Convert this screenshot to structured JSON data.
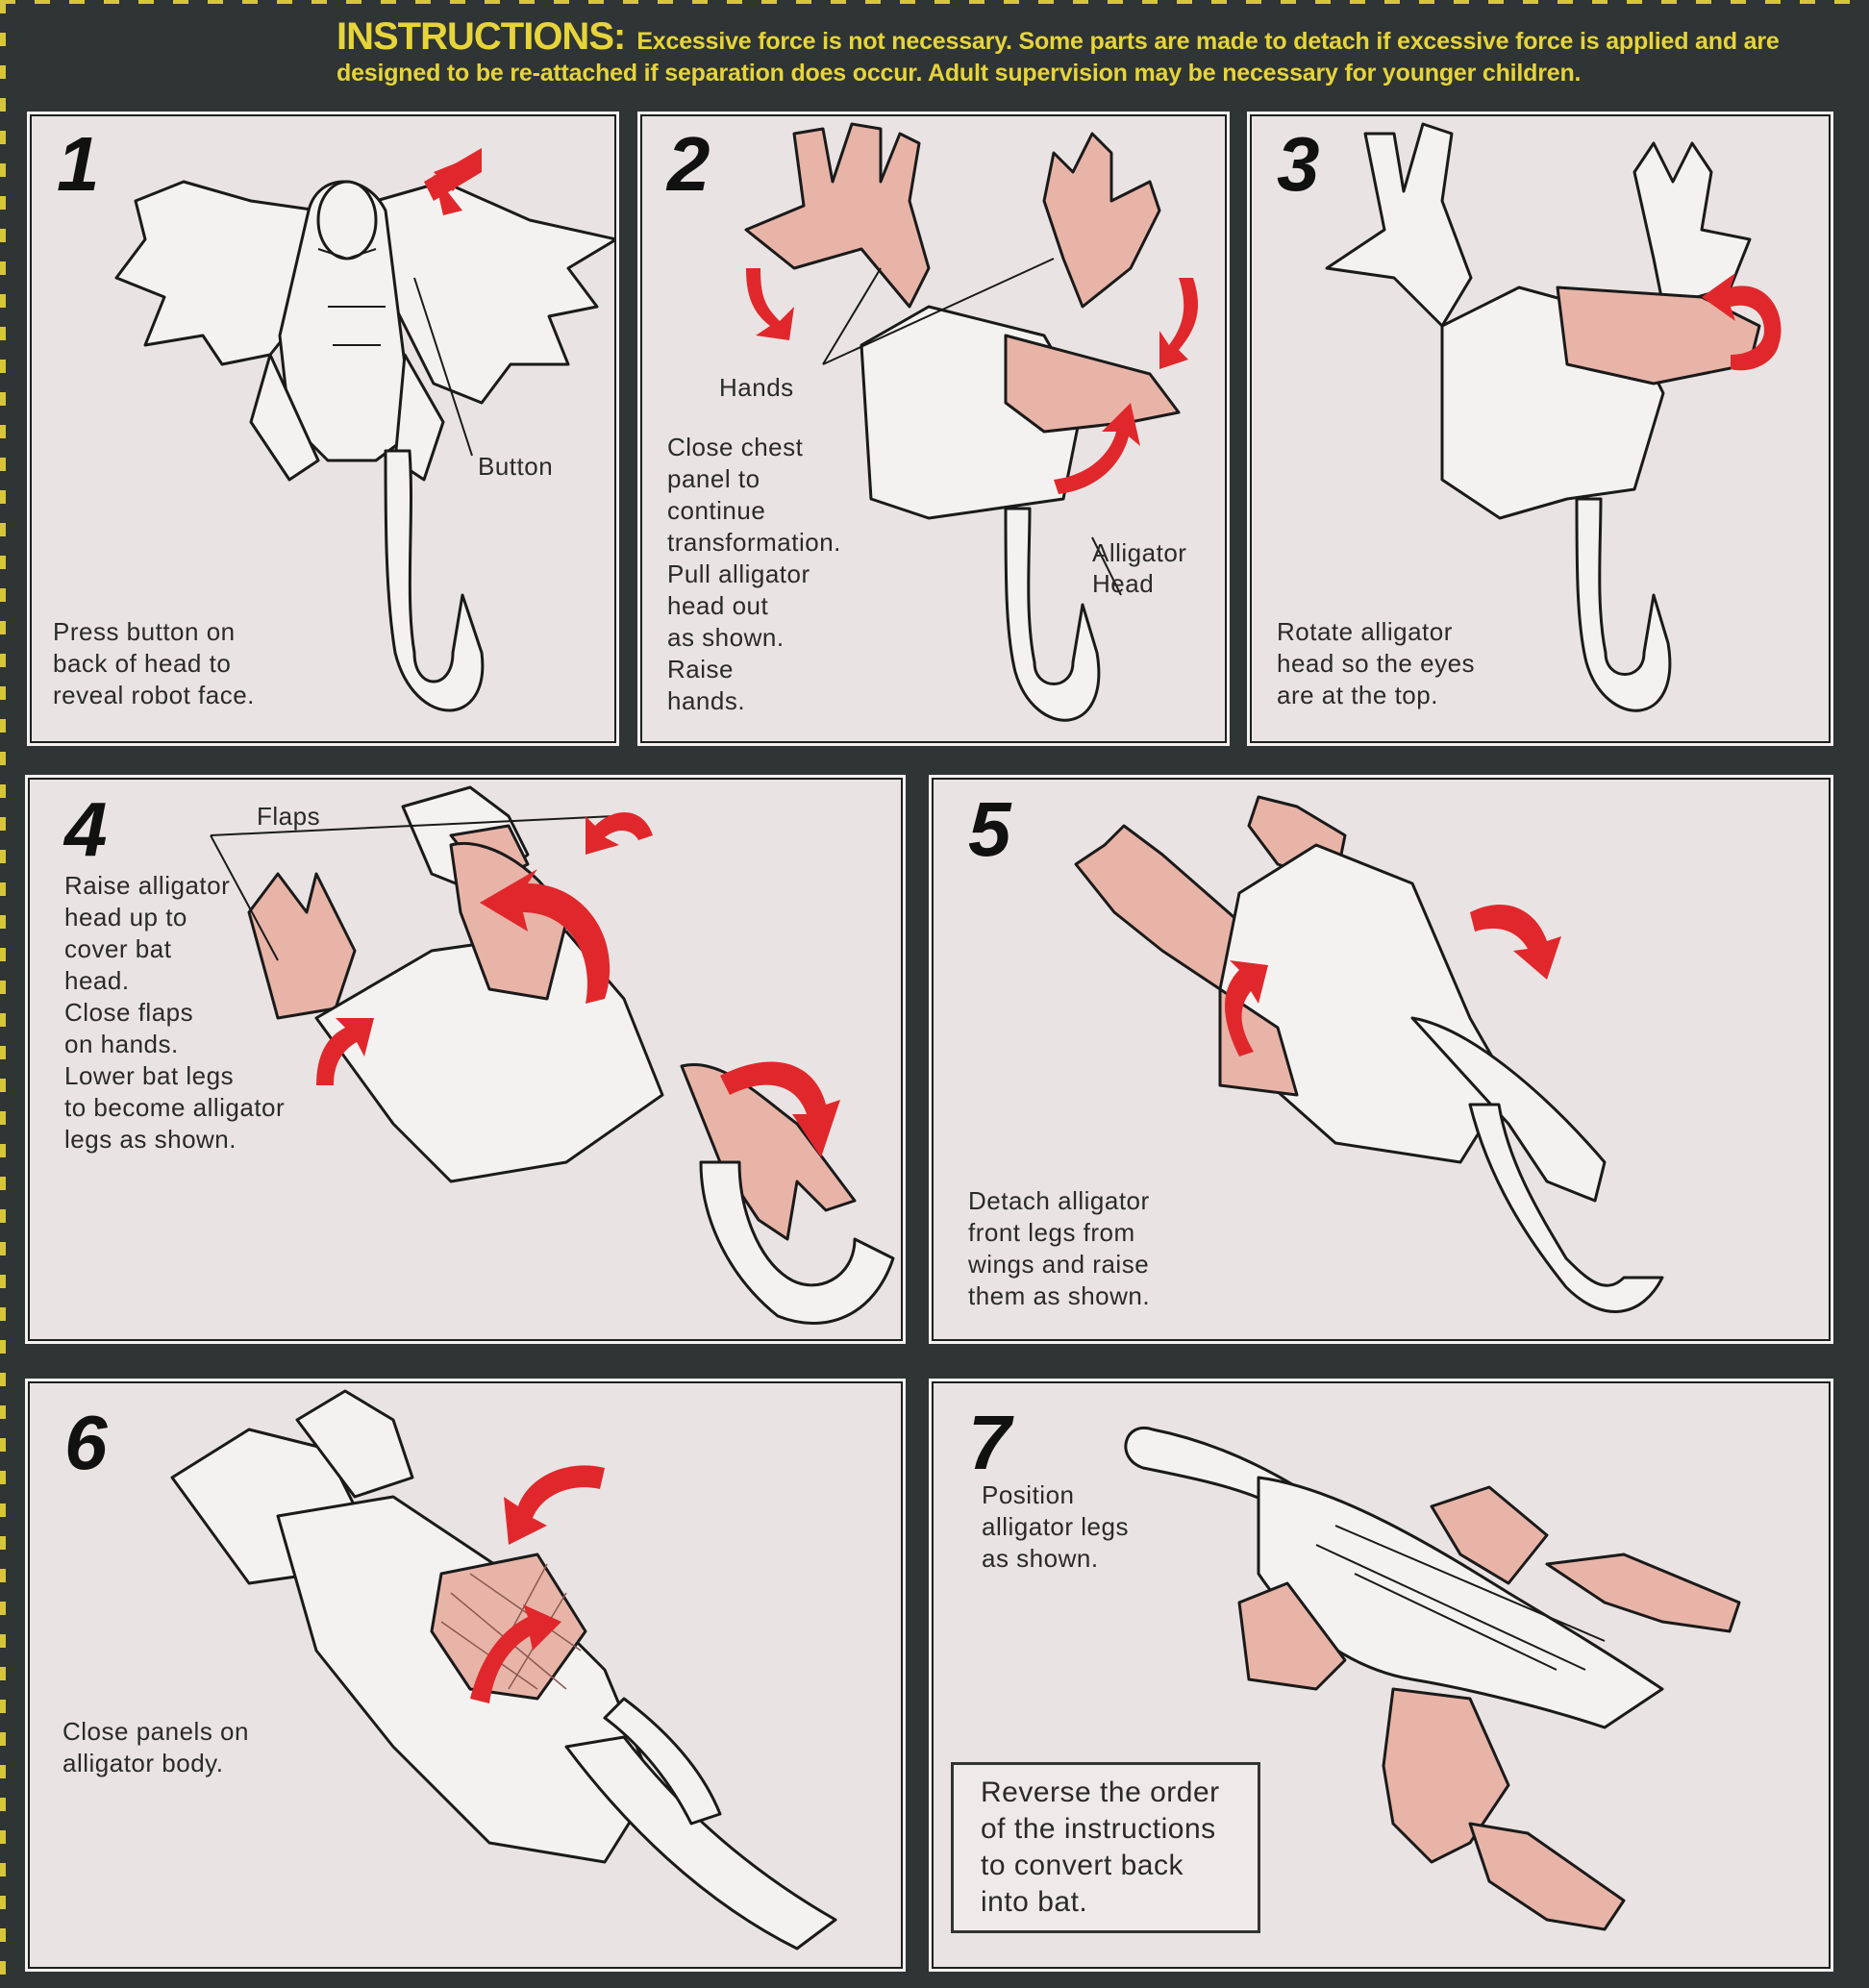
{
  "header": {
    "lead": "INSTRUCTIONS:",
    "text": "Excessive force is not necessary. Some parts are made to detach if excessive force is applied and are designed to be re-attached if separation does occur. Adult supervision may be necessary for younger children."
  },
  "steps": [
    {
      "number": "1",
      "text": "Press button on\nback of head to\nreveal robot face.",
      "labels": [
        "Button"
      ]
    },
    {
      "number": "2",
      "text": "Close chest\npanel to\ncontinue\ntransformation.\nPull alligator\nhead out\nas shown.\nRaise\nhands.",
      "labels": [
        "Hands",
        "Alligator\nHead"
      ]
    },
    {
      "number": "3",
      "text": "Rotate alligator\nhead so the eyes\nare at the top.",
      "labels": []
    },
    {
      "number": "4",
      "text": "Raise alligator\nhead up to\ncover bat\nhead.\nClose flaps\non hands.\nLower bat legs\nto become alligator\nlegs as shown.",
      "labels": [
        "Flaps"
      ]
    },
    {
      "number": "5",
      "text": "Detach alligator\nfront legs from\nwings and raise\nthem as shown.",
      "labels": []
    },
    {
      "number": "6",
      "text": "Close panels on\nalligator body.",
      "labels": []
    },
    {
      "number": "7",
      "text": "Position\nalligator legs\nas shown.",
      "labels": []
    }
  ],
  "reverse_note": "Reverse the order\nof the instructions\nto convert back\ninto bat.",
  "colors": {
    "background": "#2f3434",
    "header_text": "#e6d43a",
    "panel": "#e9e4e3",
    "highlight_part": "#e8b4a8",
    "arrow": "#e0282c",
    "line": "#1a1a1a"
  }
}
